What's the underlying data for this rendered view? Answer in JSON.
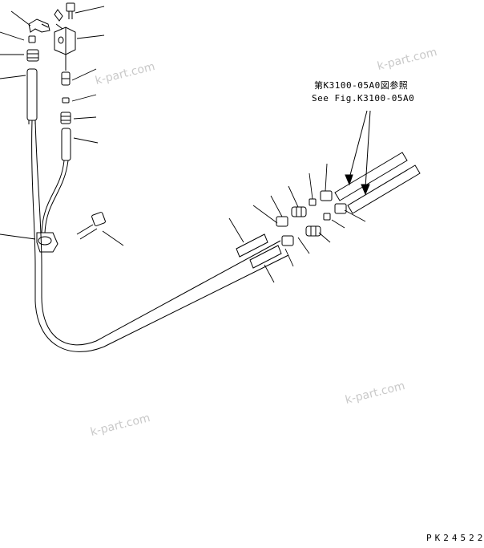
{
  "reference_note": {
    "line_jp": "第K3100-05A0図参照",
    "line_en": "See Fig.K3100-05A0"
  },
  "watermarks": [
    "k-part.com",
    "k-part.com",
    "k-part.com",
    "k-part.com"
  ],
  "drawing_id": "PK24522"
}
